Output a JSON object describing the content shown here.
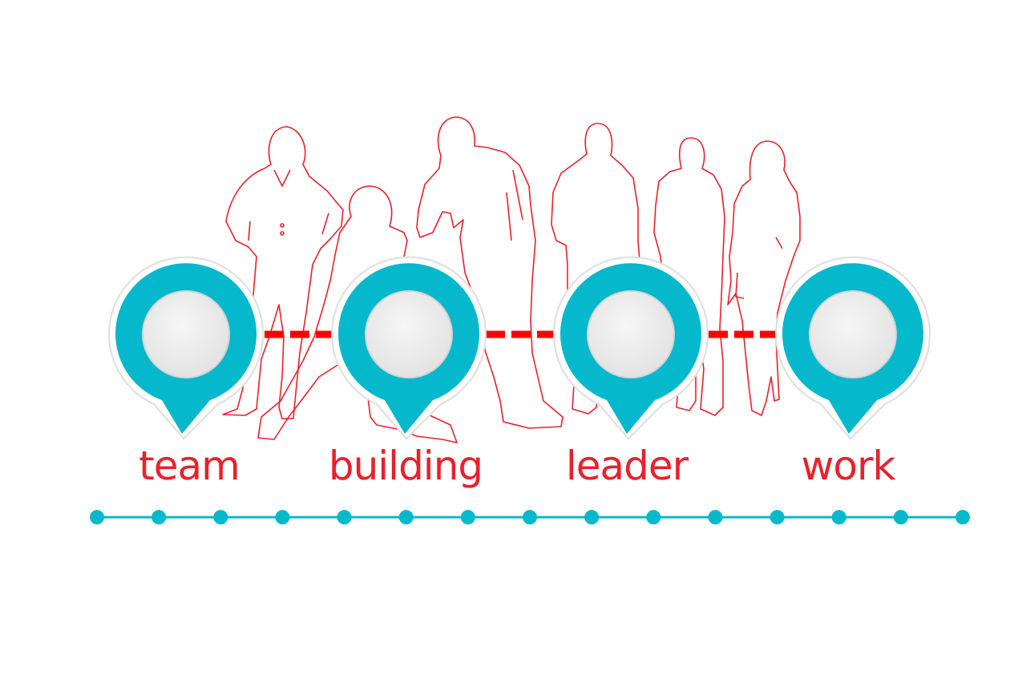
{
  "colors": {
    "accent_teal": "#06b8cc",
    "pin_inner": "#ececec",
    "pin_rim": "#d9d9d9",
    "outline_red": "#e8212b",
    "dash_red": "#ff0000",
    "background": "#ffffff"
  },
  "labels": {
    "team": "team",
    "building": "building",
    "leader": "leader",
    "work": "work"
  },
  "timeline": {
    "dot_count": 15
  }
}
